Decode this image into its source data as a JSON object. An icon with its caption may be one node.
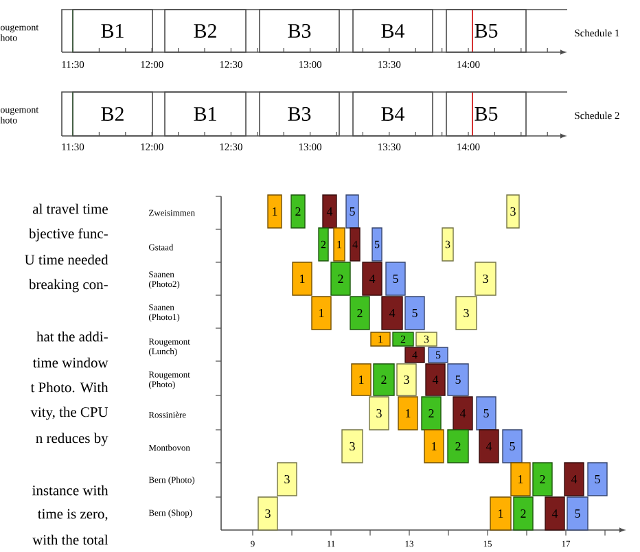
{
  "diagram": {
    "nodes": [
      {
        "text": [
          "B1"
        ]
      },
      {
        "text": [
          "B2"
        ]
      },
      {
        "text": [
          "B3"
        ]
      },
      {
        "text": [
          "B4"
        ]
      },
      {
        "text": [
          "B5"
        ]
      },
      {
        "text": [
          "B2"
        ]
      },
      {
        "text": [
          "B1"
        ]
      },
      {
        "text": [
          "B3"
        ]
      },
      {
        "text": [
          "B4"
        ]
      },
      {
        "text": [
          "B5"
        ]
      },
      {
        "text": [
          "1"
        ]
      },
      {
        "text": [
          "2"
        ]
      },
      {
        "text": [
          "4"
        ]
      },
      {
        "text": [
          "5"
        ]
      },
      {
        "text": [
          "3"
        ]
      },
      {
        "text": [
          "2"
        ]
      },
      {
        "text": [
          "1"
        ]
      },
      {
        "text": [
          "4"
        ]
      },
      {
        "text": [
          "5"
        ]
      },
      {
        "text": [
          "3"
        ]
      },
      {
        "text": [
          "1"
        ]
      },
      {
        "text": [
          "2"
        ]
      },
      {
        "text": [
          "4"
        ]
      },
      {
        "text": [
          "5"
        ]
      },
      {
        "text": [
          "3"
        ]
      },
      {
        "text": [
          "1"
        ]
      },
      {
        "text": [
          "2"
        ]
      },
      {
        "text": [
          "4"
        ]
      },
      {
        "text": [
          "5"
        ]
      },
      {
        "text": [
          "3"
        ]
      },
      {
        "text": [
          "1"
        ]
      },
      {
        "text": [
          "2"
        ]
      },
      {
        "text": [
          "3"
        ]
      },
      {
        "text": [
          "4"
        ]
      },
      {
        "text": [
          "5"
        ]
      },
      {
        "text": [
          "1"
        ]
      },
      {
        "text": [
          "2"
        ]
      },
      {
        "text": [
          "3"
        ]
      },
      {
        "text": [
          "4"
        ]
      },
      {
        "text": [
          "5"
        ]
      },
      {
        "text": [
          "3"
        ]
      },
      {
        "text": [
          "1"
        ]
      },
      {
        "text": [
          "2"
        ]
      },
      {
        "text": [
          "4"
        ]
      },
      {
        "text": [
          "5"
        ]
      },
      {
        "text": [
          "3"
        ]
      },
      {
        "text": [
          "1"
        ]
      },
      {
        "text": [
          "2"
        ]
      },
      {
        "text": [
          "4"
        ]
      },
      {
        "text": [
          "5"
        ]
      },
      {
        "text": [
          "3"
        ]
      },
      {
        "text": [
          "1"
        ]
      },
      {
        "text": [
          "2"
        ]
      },
      {
        "text": [
          "4"
        ]
      },
      {
        "text": [
          "5"
        ]
      },
      {
        "text": [
          "3"
        ]
      },
      {
        "text": [
          "1"
        ]
      },
      {
        "text": [
          "2"
        ]
      },
      {
        "text": [
          "4"
        ]
      },
      {
        "text": [
          "5"
        ]
      }
    ],
    "labels": [
      "ougemont hoto",
      "Schedule 1",
      "11:30",
      "12:00",
      "12:30",
      "13:00",
      "13:30",
      "14:00",
      "ougemont hoto",
      "Schedule 2",
      "11:30",
      "12:00",
      "12:30",
      "13:00",
      "13:30",
      "14:00",
      "Zweisimmen",
      "Gstaad",
      "Saanen (Photo2)",
      "Saanen (Photo1)",
      "Rougemont (Lunch)",
      "Rougemont (Photo)",
      "Rossinière",
      "Montbovon",
      "Bern (Photo)",
      "Bern (Shop)",
      "al travel time",
      "bjective func-",
      "U time needed",
      "breaking con-",
      "hat the addi-",
      "time window",
      "t Photo. With",
      "vity, the CPU",
      "n reduces by",
      "instance with",
      "time is zero,",
      "with the total",
      "9",
      "11",
      "13",
      "15",
      "17"
    ]
  }
}
